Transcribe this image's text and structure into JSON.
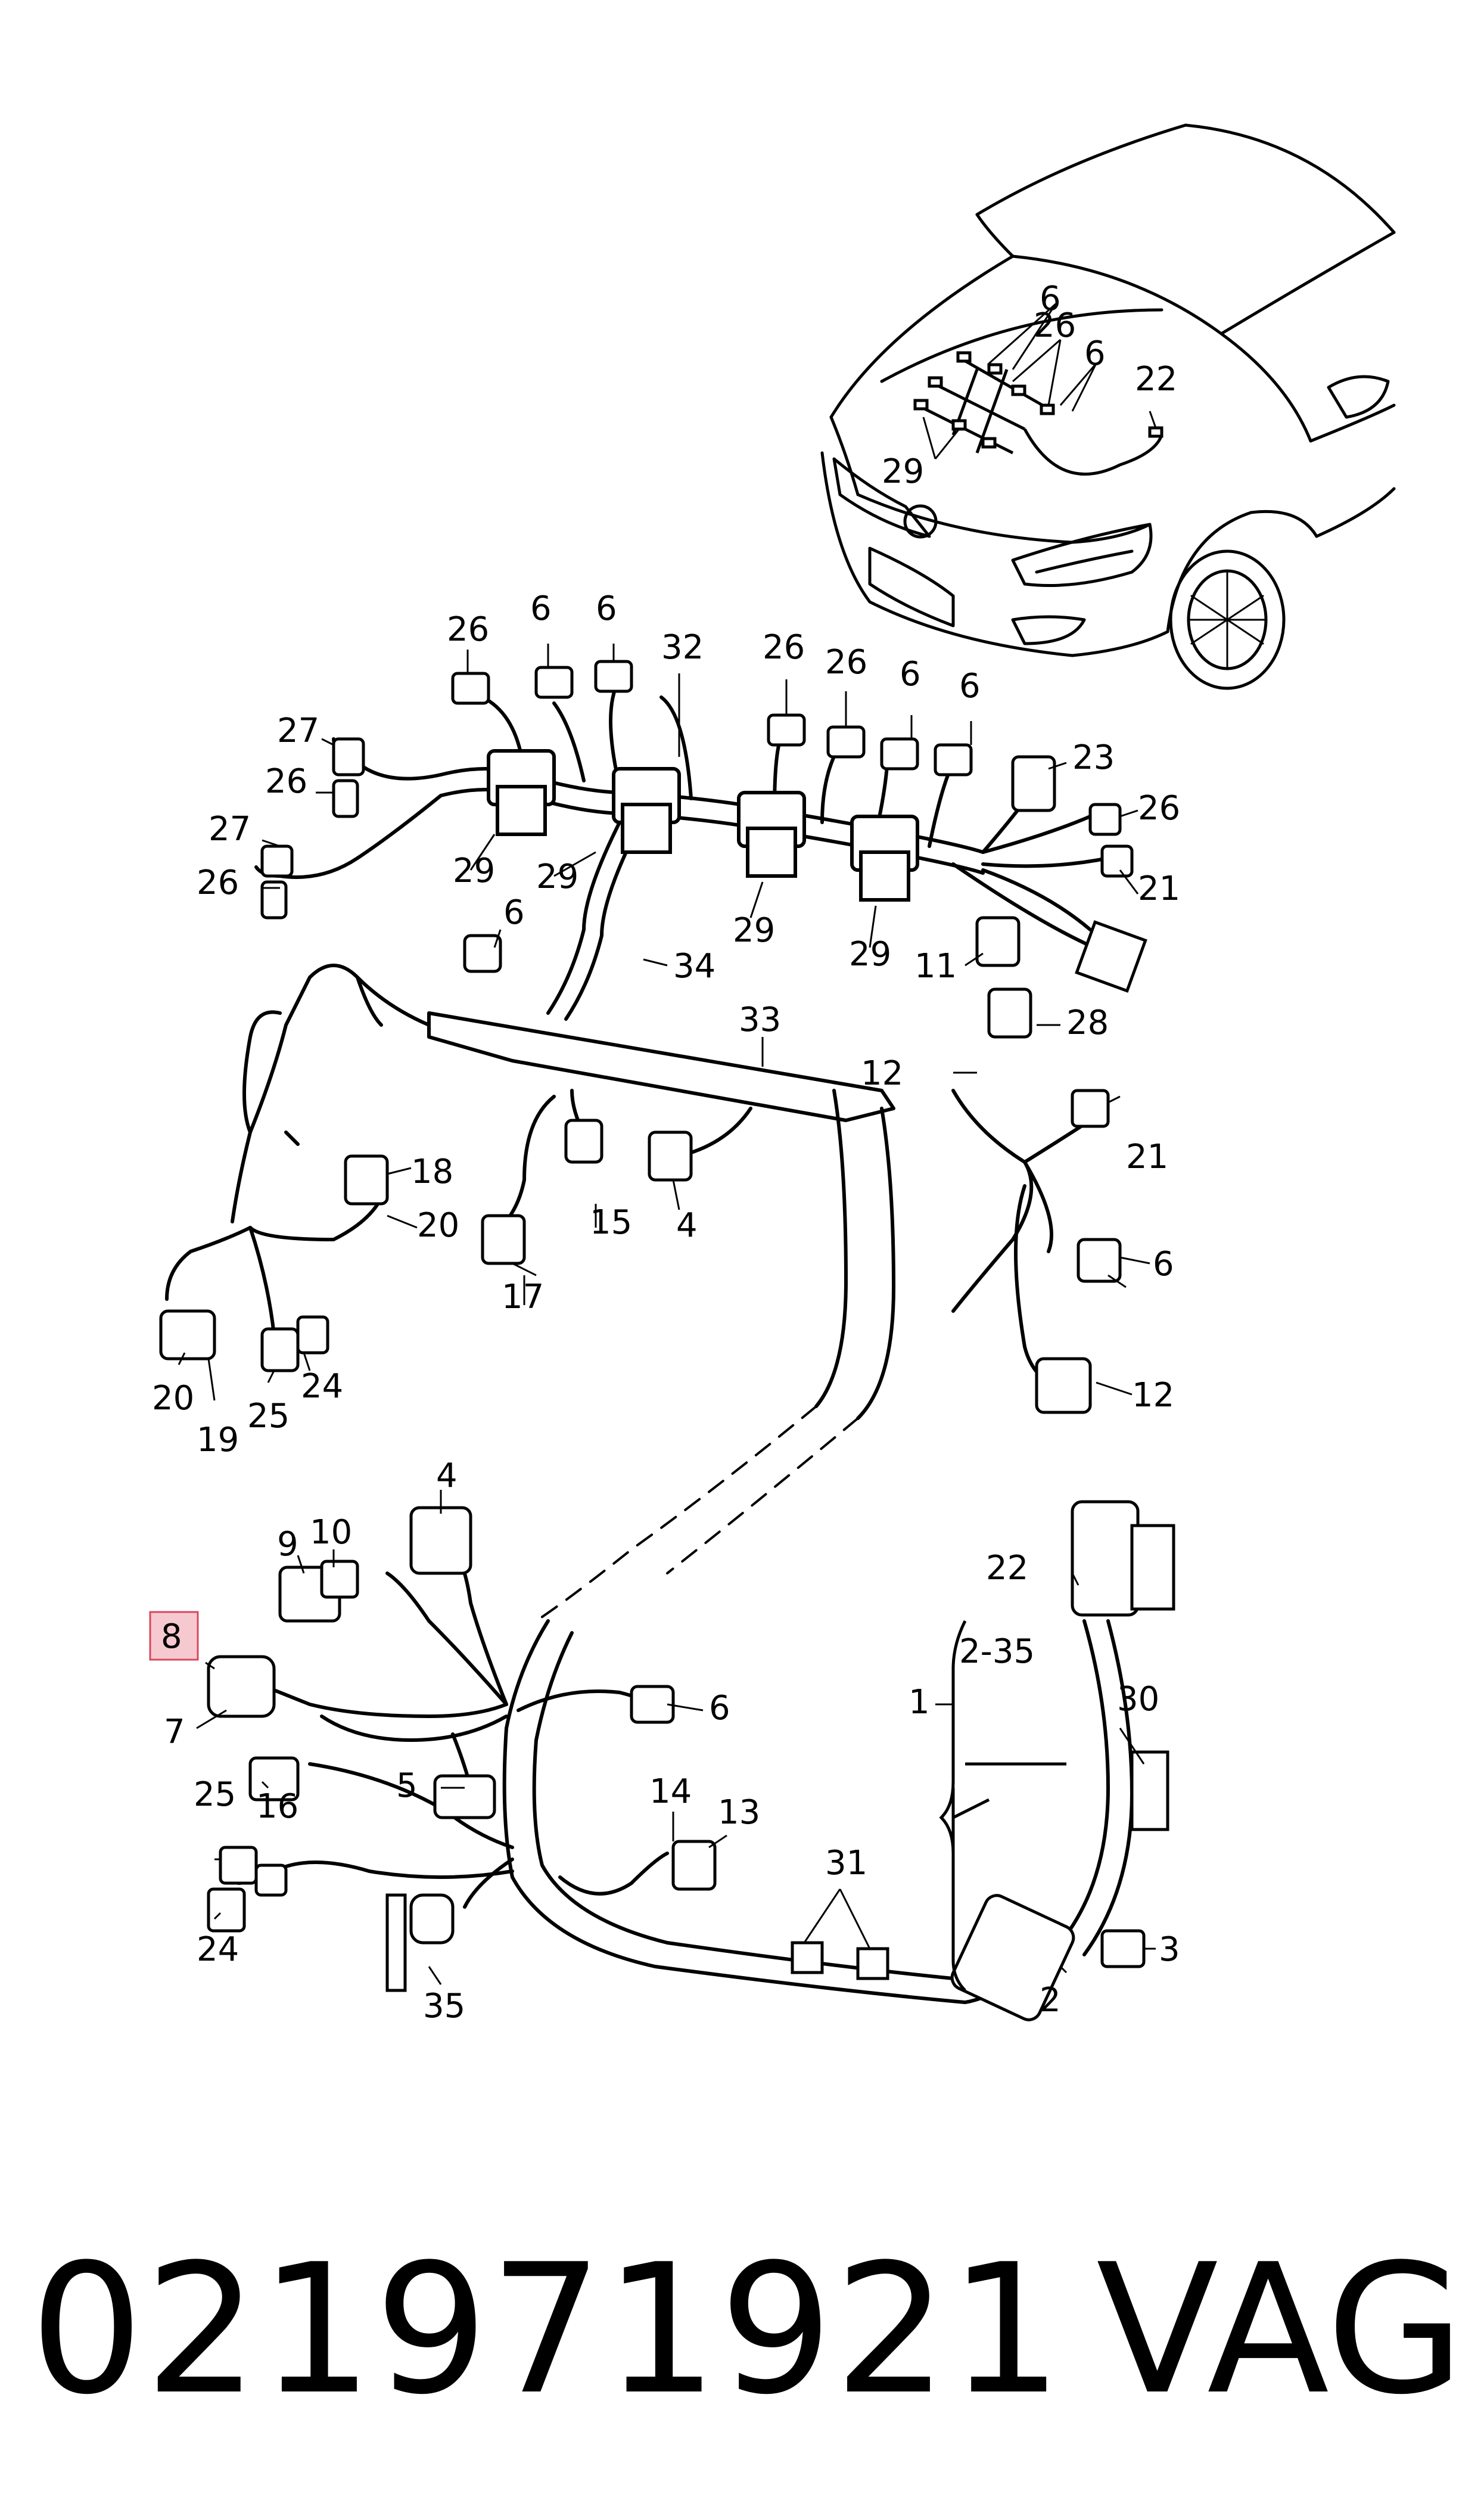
{
  "diagram": {
    "callouts": [
      "6",
      "26",
      "6",
      "22",
      "29",
      "26",
      "6",
      "6",
      "32",
      "26",
      "26",
      "6",
      "6",
      "27",
      "26",
      "27",
      "26",
      "29",
      "29",
      "29",
      "29",
      "23",
      "26",
      "21",
      "6",
      "34",
      "11",
      "33",
      "28",
      "12",
      "21",
      "18",
      "20",
      "15",
      "4",
      "17",
      "6",
      "12",
      "20",
      "19",
      "25",
      "24",
      "4",
      "9",
      "10",
      "8",
      "7",
      "6",
      "2-35",
      "1",
      "22",
      "30",
      "5",
      "16",
      "14",
      "13",
      "25",
      "31",
      "24",
      "35",
      "2",
      "3"
    ],
    "highlighted_callout": "8"
  },
  "footer": {
    "part_number": "021971921",
    "brand": "VAG"
  },
  "colors": {
    "line": "#000000",
    "highlight_fill": "#f6c9d0",
    "highlight_border": "#d9485f",
    "background": "#ffffff"
  }
}
